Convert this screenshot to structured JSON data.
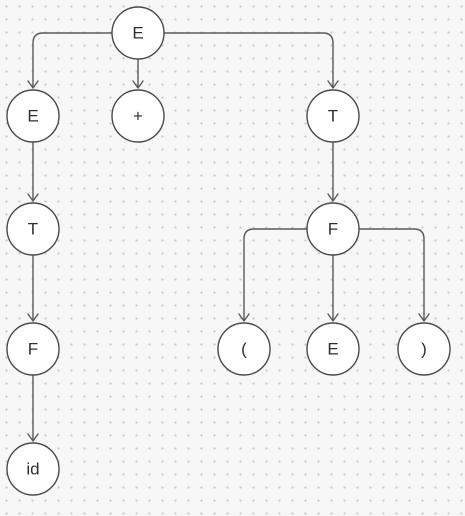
{
  "nodes": [
    {
      "id": "root",
      "label": "E"
    },
    {
      "id": "left_e",
      "label": "E"
    },
    {
      "id": "plus",
      "label": "+"
    },
    {
      "id": "right_t",
      "label": "T"
    },
    {
      "id": "left_t",
      "label": "T"
    },
    {
      "id": "right_f",
      "label": "F"
    },
    {
      "id": "left_f",
      "label": "F"
    },
    {
      "id": "lparen",
      "label": "("
    },
    {
      "id": "inner_e",
      "label": "E"
    },
    {
      "id": "rparen",
      "label": ")"
    },
    {
      "id": "id_leaf",
      "label": "id"
    }
  ],
  "edges": [
    {
      "from": "root",
      "to": "left_e"
    },
    {
      "from": "root",
      "to": "plus"
    },
    {
      "from": "root",
      "to": "right_t"
    },
    {
      "from": "left_e",
      "to": "left_t"
    },
    {
      "from": "left_t",
      "to": "left_f"
    },
    {
      "from": "left_f",
      "to": "id_leaf"
    },
    {
      "from": "right_t",
      "to": "right_f"
    },
    {
      "from": "right_f",
      "to": "lparen"
    },
    {
      "from": "right_f",
      "to": "inner_e"
    },
    {
      "from": "right_f",
      "to": "rparen"
    }
  ],
  "colors": {
    "background": "#f7f7f7",
    "node_fill": "#ffffff",
    "node_stroke": "#4a4a4a",
    "edge": "#5a5a5a",
    "text": "#2f2f2f"
  }
}
